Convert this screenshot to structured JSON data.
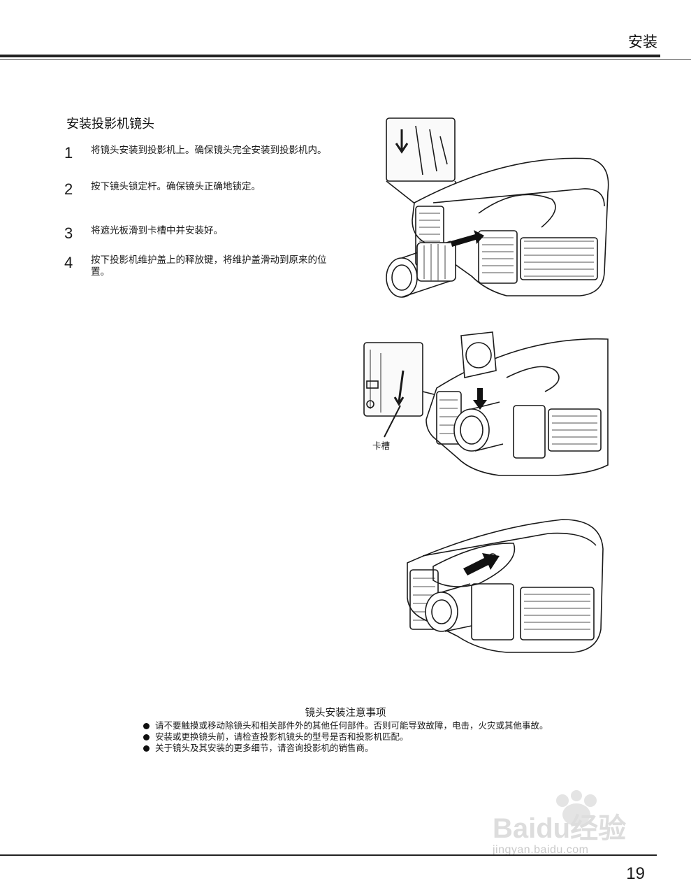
{
  "header": {
    "section_label": "安装"
  },
  "section": {
    "title": "安装投影机镜头"
  },
  "steps": [
    {
      "number": "1",
      "text": "将镜头安装到投影机上。确保镜头完全安装到投影机内。"
    },
    {
      "number": "2",
      "text": "按下镜头锁定杆。确保镜头正确地锁定。"
    },
    {
      "number": "3",
      "text": "将遮光板滑到卡槽中并安装好。"
    },
    {
      "number": "4",
      "text": "按下投影机维护盖上的释放键，将维护盖滑动到原来的位置。"
    }
  ],
  "figures": {
    "slot_label": "卡槽"
  },
  "notes": {
    "title": "镜头安装注意事项",
    "items": [
      "请不要触摸或移动除镜头和相关部件外的其他任何部件。否则可能导致故障，电击，火灾或其他事故。",
      "安装或更换镜头前，请检查投影机镜头的型号是否和投影机匹配。",
      "关于镜头及其安装的更多细节，请咨询投影机的销售商。"
    ]
  },
  "page": {
    "number": "19"
  },
  "watermark": {
    "logo_text": "Baidu经验",
    "url_text": "jingyan.baidu.com"
  }
}
